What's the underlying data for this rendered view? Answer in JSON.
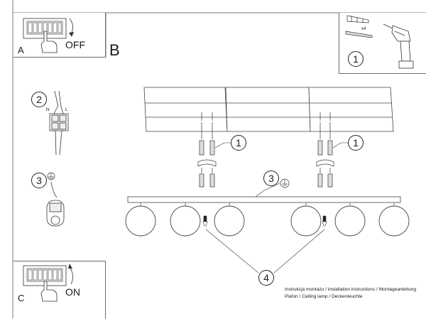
{
  "panels": {
    "a": {
      "letter": "A",
      "action": "OFF"
    },
    "b": {
      "letter": "B"
    },
    "c": {
      "letter": "C",
      "action": "ON"
    }
  },
  "kit": {
    "count_label": "x4"
  },
  "wiring": {
    "neutral": "N",
    "live": "L"
  },
  "steps": {
    "s1": "1",
    "s2": "2",
    "s3": "3",
    "s4": "4"
  },
  "caption": {
    "line1": "Instrukcja montażu / installation instructions / Montageanleitung",
    "line2": "Plafon / Ceiling lamp / Deckenleuchte"
  },
  "icons": [
    "switch-box-icon",
    "hand-icon",
    "wall-plug-icon",
    "screw-icon",
    "drill-icon",
    "ground-symbol-icon",
    "terminal-block-icon"
  ]
}
